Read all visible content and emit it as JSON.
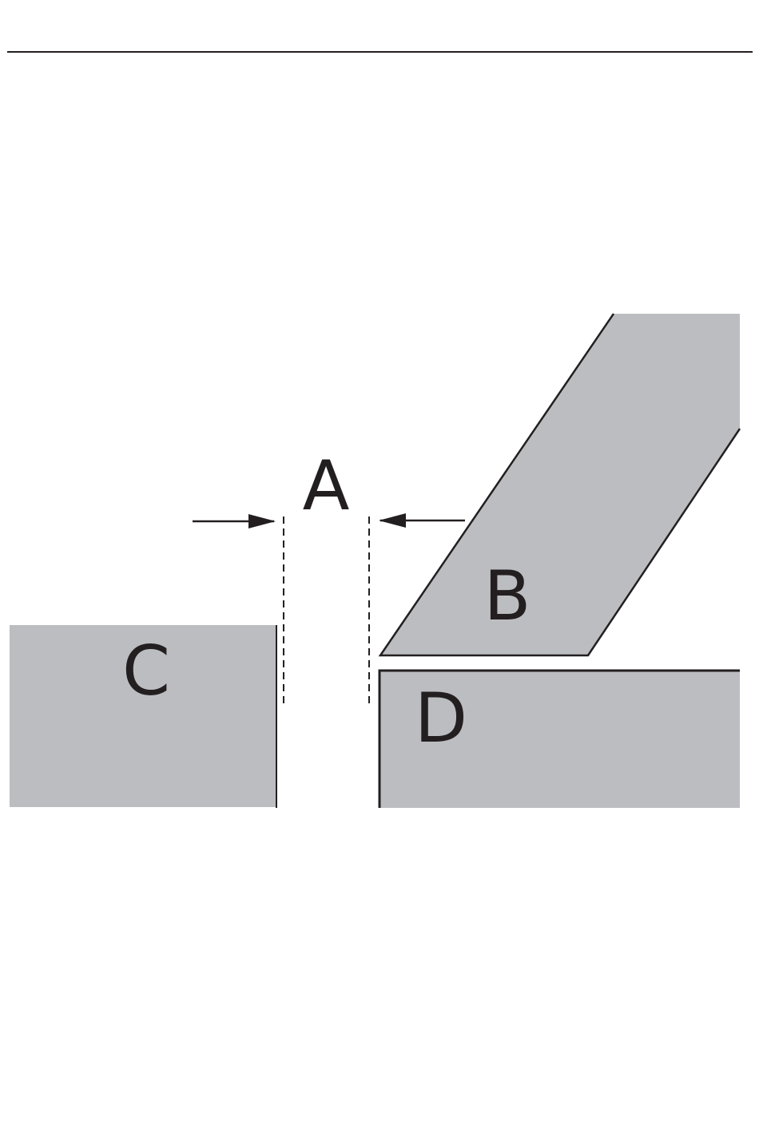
{
  "colors": {
    "fill": "#bcbdc0",
    "stroke": "#231f20",
    "rule": "#231f20",
    "background": "#ffffff"
  },
  "labels": {
    "gap": "A",
    "angled_part": "B",
    "left_block": "C",
    "right_block": "D"
  }
}
